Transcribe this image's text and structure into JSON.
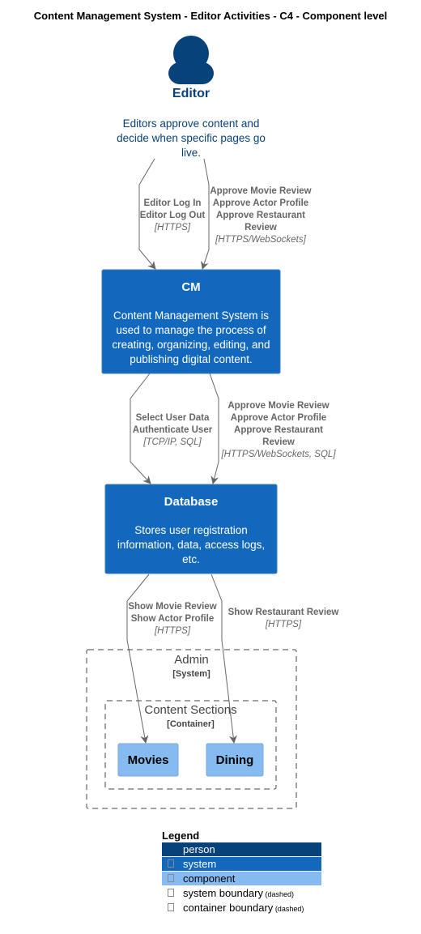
{
  "title": "Content Management System - Editor Activities - C4 - Component level",
  "colors": {
    "person": "#08427b",
    "system": "#1168bd",
    "component": "#85bbf0",
    "arrow": "#666666",
    "boundary": "#444444"
  },
  "person": {
    "icon": "person-icon",
    "label": "Editor",
    "description": "Editors approve content and decide when specific pages go live."
  },
  "relations": {
    "editor_cm_1": {
      "label_lines": [
        "Editor Log In",
        "Editor Log Out"
      ],
      "tech": "[HTTPS]"
    },
    "editor_cm_2": {
      "label_lines": [
        "Approve Movie Review",
        "Approve Actor Profile",
        "Approve Restaurant",
        "Review"
      ],
      "tech": "[HTTPS/WebSockets]"
    },
    "cm_db_1": {
      "label_lines": [
        "Select User Data",
        "Authenticate User"
      ],
      "tech": "[TCP/IP, SQL]"
    },
    "cm_db_2": {
      "label_lines": [
        "Approve Movie Review",
        "Approve Actor Profile",
        "Approve Restaurant",
        "Review"
      ],
      "tech": "[HTTPS/WebSockets, SQL]"
    },
    "db_movies": {
      "label_lines": [
        "Show Movie Review",
        "Show Actor Profile"
      ],
      "tech": "[HTTPS]"
    },
    "db_dining": {
      "label_lines": [
        "Show Restaurant Review"
      ],
      "tech": "[HTTPS]"
    }
  },
  "systems": {
    "cm": {
      "name": "CM",
      "description": "Content Management System is used to manage the process of creating, organizing, editing, and publishing digital content."
    },
    "database": {
      "name": "Database",
      "description": "Stores user registration information, data, access logs, etc."
    }
  },
  "boundaries": {
    "admin": {
      "name": "Admin",
      "type": "[System]"
    },
    "content_sections": {
      "name": "Content Sections",
      "type": "[Container]"
    }
  },
  "components": {
    "movies": {
      "name": "Movies"
    },
    "dining": {
      "name": "Dining"
    }
  },
  "legend": {
    "title": "Legend",
    "items": [
      {
        "label": "person",
        "color": "#08427b",
        "text_color": "#ffffff",
        "swatch": false
      },
      {
        "label": "system",
        "color": "#1168bd",
        "text_color": "#ffffff",
        "swatch": true
      },
      {
        "label": "component",
        "color": "#85bbf0",
        "text_color": "#000000",
        "swatch": true
      },
      {
        "label": "system boundary",
        "suffix": "(dashed)",
        "color": "#ffffff",
        "text_color": "#000000",
        "swatch": true
      },
      {
        "label": "container boundary",
        "suffix": "(dashed)",
        "color": "#ffffff",
        "text_color": "#000000",
        "swatch": true
      }
    ]
  }
}
